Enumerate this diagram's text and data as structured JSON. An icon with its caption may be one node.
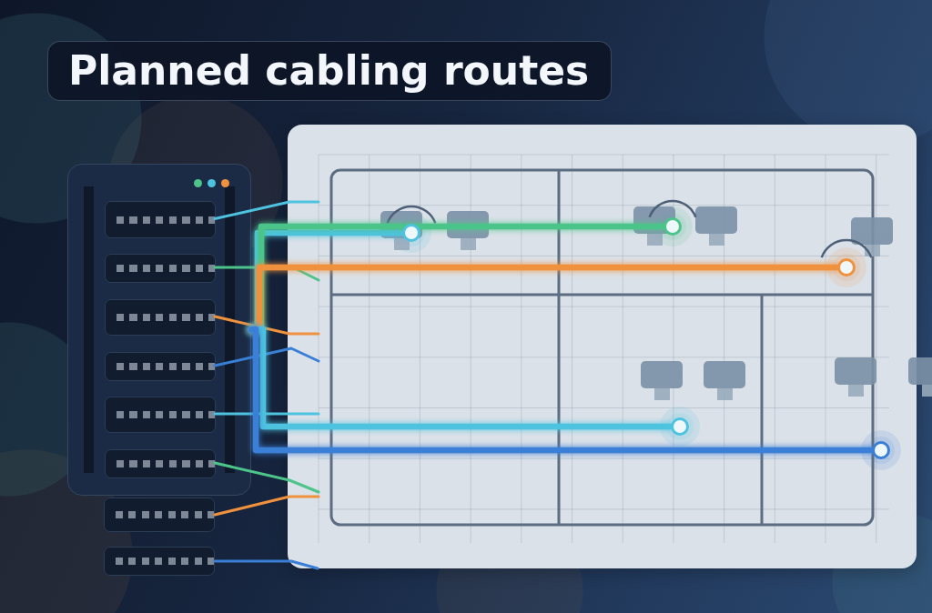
{
  "diagram": {
    "title": "Planned cabling routes",
    "nodes": [
      {
        "text": [],
        "shape": "box"
      },
      {
        "text": [],
        "shape": "box",
        "in": 0
      },
      {
        "text": [],
        "shape": "box",
        "in": 0
      },
      {
        "text": [],
        "shape": "box",
        "in": 0
      },
      {
        "text": [],
        "shape": "box",
        "in": 0
      },
      {
        "text": [],
        "shape": "box",
        "in": 0
      },
      {
        "text": [],
        "shape": "box",
        "in": 0
      },
      {
        "text": [],
        "shape": "box"
      },
      {
        "text": [],
        "shape": "box"
      },
      {
        "text": [],
        "shape": "box"
      },
      {
        "text": [],
        "shape": "circle",
        "in": 9
      },
      {
        "text": [],
        "shape": "circle",
        "in": 9
      },
      {
        "text": [],
        "shape": "circle",
        "in": 9
      },
      {
        "text": [],
        "shape": "circle",
        "in": 9
      },
      {
        "text": [],
        "shape": "circle",
        "in": 9
      }
    ],
    "edges": [
      {
        "from": 1,
        "to": null,
        "arrow": "none",
        "color": "#4ec3e0"
      },
      {
        "from": 2,
        "to": null,
        "arrow": "none",
        "color": "#4cc48a"
      },
      {
        "from": 3,
        "to": null,
        "arrow": "none",
        "color": "#f0913e"
      },
      {
        "from": 4,
        "to": null,
        "arrow": "none",
        "color": "#3a7fd6"
      },
      {
        "from": 5,
        "to": null,
        "arrow": "none",
        "color": "#4ec3e0"
      },
      {
        "from": 6,
        "to": null,
        "arrow": "none",
        "color": "#4cc48a"
      },
      {
        "from": 7,
        "to": null,
        "arrow": "none",
        "color": "#f0913e"
      },
      {
        "from": 8,
        "to": 9,
        "arrow": "none",
        "color": "#3a7fd6"
      },
      {
        "from": 0,
        "to": 10,
        "arrow": "none",
        "style": "thick",
        "color": "#4ec3e0"
      },
      {
        "from": 0,
        "to": 11,
        "arrow": "none",
        "style": "thick",
        "color": "#4cc48a"
      },
      {
        "from": 0,
        "to": 12,
        "arrow": "none",
        "style": "thick",
        "color": "#f0913e"
      },
      {
        "from": 0,
        "to": 13,
        "arrow": "none",
        "style": "thick",
        "color": "#4ec3e0"
      },
      {
        "from": 0,
        "to": 14,
        "arrow": "none",
        "style": "thick",
        "color": "#3a7fd6"
      }
    ]
  }
}
